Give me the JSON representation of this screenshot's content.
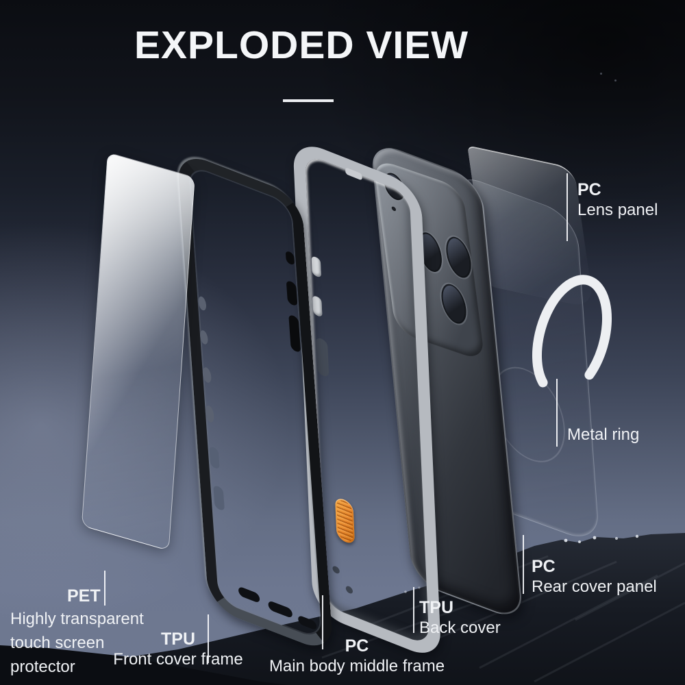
{
  "header": {
    "title": "EXPLODED VIEW"
  },
  "labels": {
    "lens_panel": {
      "material": "PC",
      "name": "Lens panel"
    },
    "metal_ring": {
      "name": "Metal ring"
    },
    "rear_cover_panel": {
      "material": "PC",
      "name": "Rear cover panel"
    },
    "back_cover": {
      "material": "TPU",
      "name": "Back cover"
    },
    "main_body_middle_frame": {
      "material": "PC",
      "name": "Main body middle frame"
    },
    "front_cover_frame": {
      "material": "TPU",
      "name": "Front cover frame"
    },
    "screen_protector": {
      "material": "PET",
      "name_lines": [
        "Highly transparent",
        "touch screen",
        "protector"
      ]
    }
  },
  "colors": {
    "title_text": "#f4f6f8",
    "label_text": "#f0f2f5",
    "button_orange": "#e8872c",
    "metal_ring": "#edeff2",
    "sky_top": "#0b0d12",
    "sky_glow": "#6d7790",
    "mountain_dark": "#141820"
  }
}
